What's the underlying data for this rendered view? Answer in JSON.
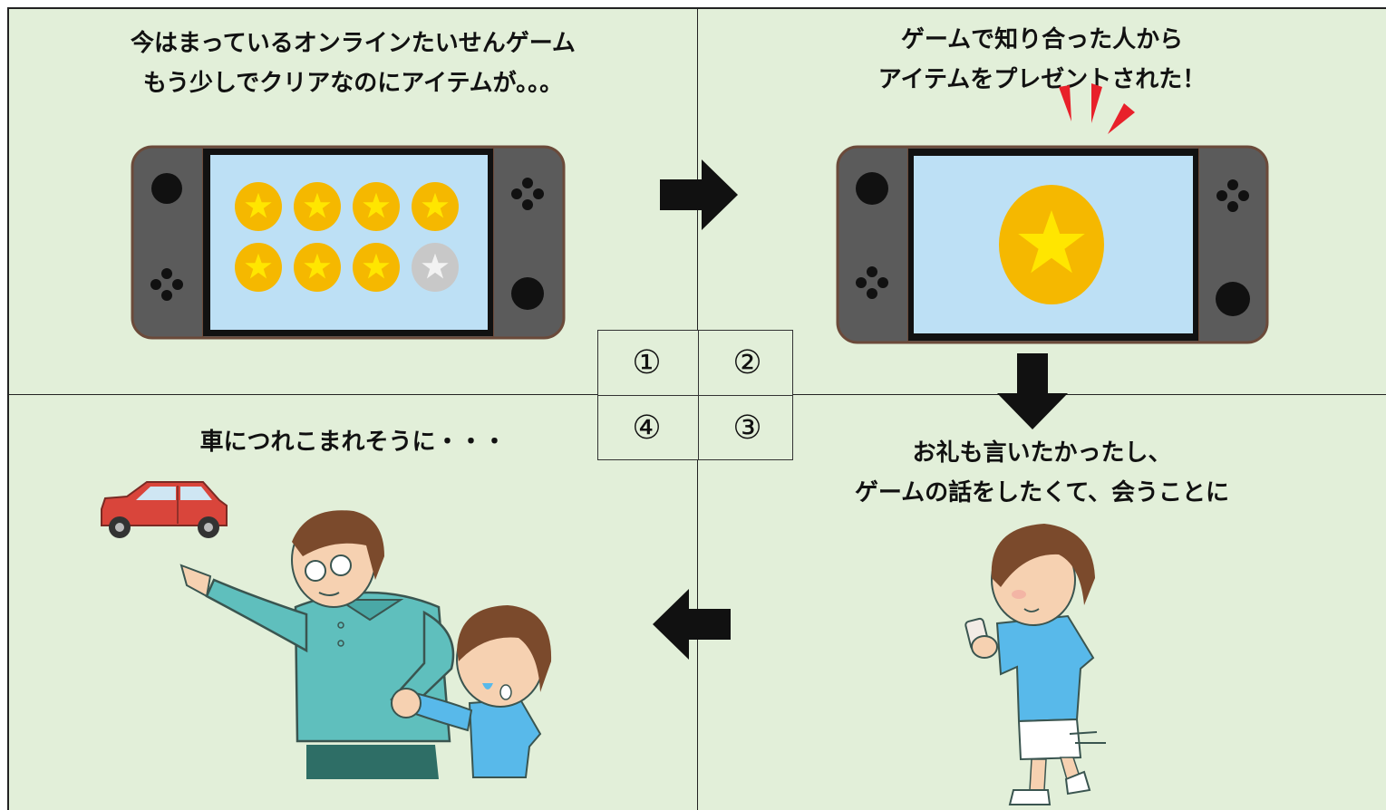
{
  "panels": {
    "p1": {
      "line1": "今はまっているオンラインたいせんゲーム",
      "line2": "もう少しでクリアなのにアイテムが。。。"
    },
    "p2": {
      "line1": "ゲームで知り合った人から",
      "line2": "アイテムをプレゼントされた！"
    },
    "p3": {
      "line1": "お礼も言いたかったし、",
      "line2": "ゲームの話をしたくて、会うことに"
    },
    "p4": {
      "line1": "車につれこまれそうに・・・"
    }
  },
  "order_grid": {
    "c1": "①",
    "c2": "②",
    "c3": "③",
    "c4": "④"
  },
  "colors": {
    "panel_bg": "#e2efd9",
    "console_body": "#5b5b5b",
    "screen": "#bde0f5",
    "coin_gold": "#f5b800",
    "star_yellow": "#ffe600",
    "coin_silver": "#c8c8c8",
    "car_red": "#d9453b",
    "shirt_teal": "#5fbfbd",
    "shirt_blue": "#58b9ea"
  },
  "icons": [
    "game-console-icon",
    "coin-star-icon",
    "arrow-right-icon",
    "arrow-down-icon",
    "arrow-left-icon",
    "car-icon",
    "man-pointing-icon",
    "crying-boy-icon",
    "boy-with-phone-icon",
    "surprise-marks-icon"
  ]
}
